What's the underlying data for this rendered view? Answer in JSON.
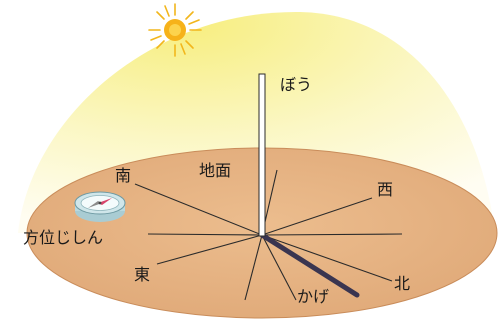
{
  "labels": {
    "stick": "ぼう",
    "ground": "地面",
    "south": "南",
    "west": "西",
    "east": "東",
    "north": "北",
    "compass": "方位じしん",
    "shadow": "かげ"
  },
  "colors": {
    "sky_top": "#f7f09a",
    "sky_mid": "#fbf8c6",
    "sky_edge": "#fffdf0",
    "ground_fill": "#e6b483",
    "ground_edge": "#c98c5a",
    "line": "#2b2b2b",
    "shadow": "#3a3550",
    "sun": "#f6b21a",
    "sun_core": "#fcd34d",
    "compass_body": "#cfe6ea",
    "compass_needle": "#d9436b"
  },
  "icons": {
    "sun": "sun-icon",
    "compass": "compass-icon"
  }
}
